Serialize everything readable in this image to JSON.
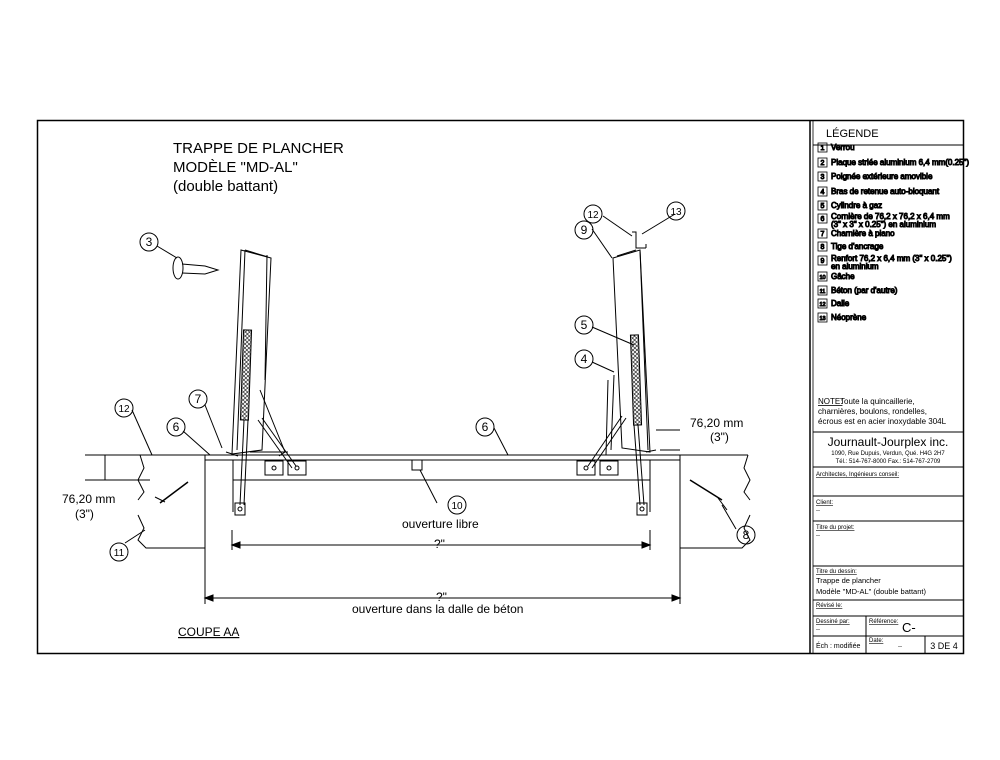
{
  "title": {
    "line1": "TRAPPE DE PLANCHER",
    "line2": "MODÈLE \"MD-AL\"",
    "line3": "(double battant)"
  },
  "section_label": "COUPE AA",
  "legend": {
    "heading": "LÉGENDE",
    "items": [
      {
        "num": "1",
        "lines": [
          "Verrou"
        ]
      },
      {
        "num": "2",
        "lines": [
          "Plaque striée aluminium 6,4 mm(0.25\")"
        ]
      },
      {
        "num": "3",
        "lines": [
          "Poignée extérieure amovible"
        ]
      },
      {
        "num": "4",
        "lines": [
          "Bras de retenue auto-bloquant"
        ]
      },
      {
        "num": "5",
        "lines": [
          "Cylindre à gaz"
        ]
      },
      {
        "num": "6",
        "lines": [
          "Cornière de 76,2 x 76,2 x 6,4 mm",
          "(3\" x 3\" x 0.25\") en aluminium"
        ]
      },
      {
        "num": "7",
        "lines": [
          "Charnière à piano"
        ]
      },
      {
        "num": "8",
        "lines": [
          "Tige d'ancrage"
        ]
      },
      {
        "num": "9",
        "lines": [
          "Renfort 76,2 x 6,4 mm (3\" x 0.25\")",
          "en aluminium"
        ]
      },
      {
        "num": "10",
        "lines": [
          "Gâche"
        ]
      },
      {
        "num": "11",
        "lines": [
          "Béton (par d'autre)"
        ]
      },
      {
        "num": "12",
        "lines": [
          "Dalle"
        ]
      },
      {
        "num": "13",
        "lines": [
          "Néoprène"
        ]
      }
    ],
    "note_label": "NOTE:",
    "note_lines": [
      " Toute la quincaillerie,",
      "charnières, boulons, rondelles,",
      "écrous est en acier inoxydable 304L"
    ]
  },
  "company": {
    "name": "Journault-Jourplex inc.",
    "address": "1090, Rue Dupuis, Verdun, Qué. H4G 2H7",
    "phone": "Tél.: 514-767-8000  Fax.: 514-767-2709"
  },
  "title_block": {
    "architect_label": "Architectes, Ingénieurs conseil:",
    "client_label": "Client:",
    "client_value": "--",
    "project_label": "Titre du projet:",
    "project_value": "--",
    "drawing_title_label": "Titre du dessin:",
    "drawing_title_line1": "Trappe de plancher",
    "drawing_title_line2": "Modèle \"MD-AL\" (double battant)",
    "revised_label": "Révisé le:",
    "drawn_by_label": "Dessiné par:",
    "drawn_by_value": "--",
    "reference_label": "Référence:",
    "reference_value": "C-",
    "scale_label": "Éch : modifiée",
    "date_label": "Date:",
    "date_value": "--",
    "sheet": "3 DE 4"
  },
  "dimensions": {
    "slab_mm_left": "76,20 mm",
    "slab_in_left": "(3\")",
    "slab_mm_right": "76,20 mm",
    "slab_in_right": "(3\")",
    "clear_value": "?\"",
    "clear_label": "ouverture libre",
    "concrete_value": "?\"",
    "concrete_label": "ouverture dans la dalle de béton"
  },
  "callouts": {
    "c3": "3",
    "c7": "7",
    "c12l": "12",
    "c6l": "6",
    "c11": "11",
    "c6m": "6",
    "c10": "10",
    "c12r": "12",
    "c13": "13",
    "c9": "9",
    "c5": "5",
    "c4": "4",
    "c8": "8"
  }
}
